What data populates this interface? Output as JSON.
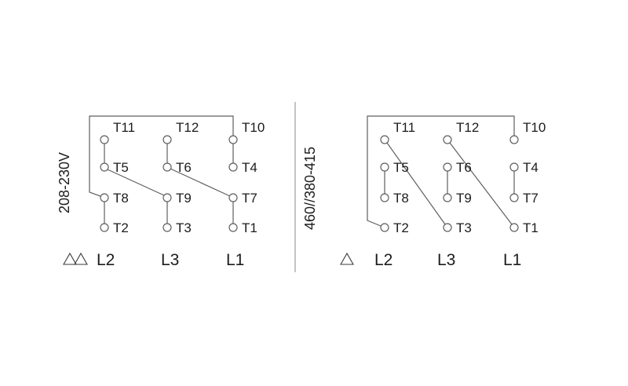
{
  "left_diagram": {
    "voltage_label": "208-230V",
    "winding_symbol": "double-delta",
    "terminals": [
      "T11",
      "T12",
      "T10",
      "T5",
      "T6",
      "T4",
      "T8",
      "T9",
      "T7",
      "T2",
      "T3",
      "T1"
    ],
    "lines": [
      "L2",
      "L3",
      "L1"
    ]
  },
  "right_diagram": {
    "voltage_label": "460//380-415",
    "winding_symbol": "delta",
    "terminals": [
      "T11",
      "T12",
      "T10",
      "T5",
      "T6",
      "T4",
      "T8",
      "T9",
      "T7",
      "T2",
      "T3",
      "T1"
    ],
    "lines": [
      "L2",
      "L3",
      "L1"
    ]
  }
}
